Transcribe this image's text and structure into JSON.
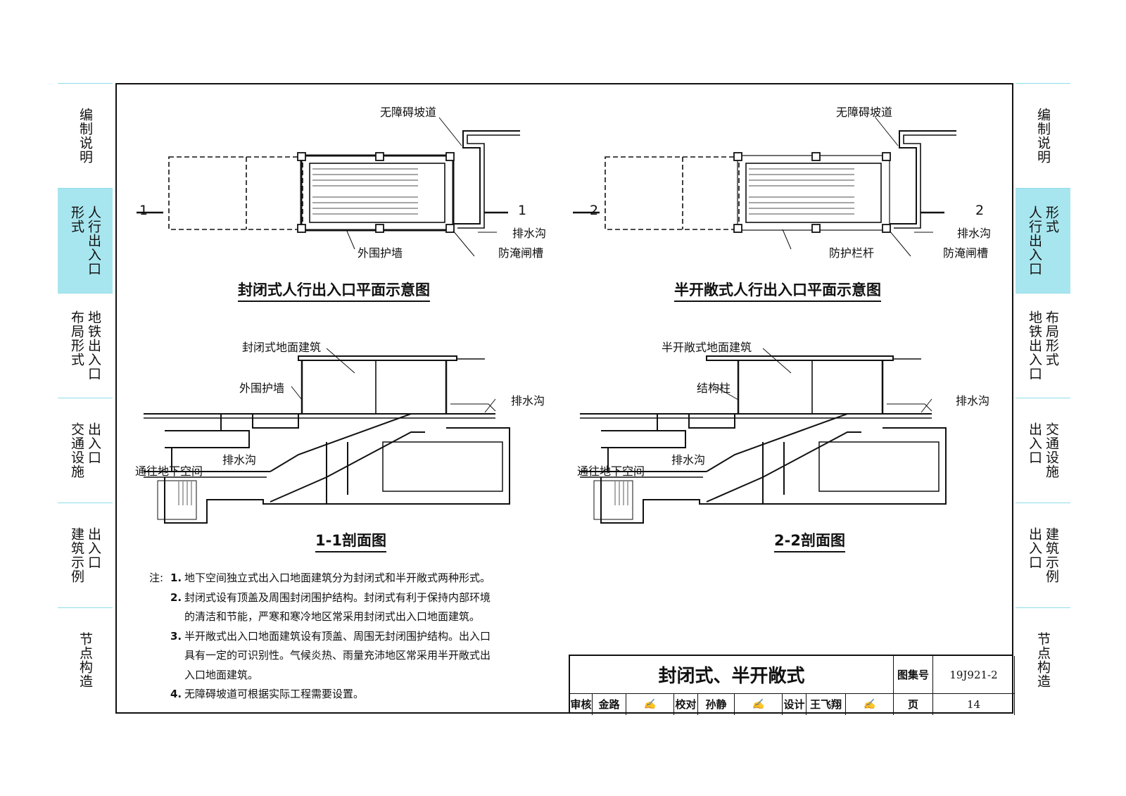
{
  "side_tabs": [
    {
      "columns": [
        "编制说明"
      ],
      "active": false
    },
    {
      "columns": [
        "形式",
        "人行出入口"
      ],
      "active": true
    },
    {
      "columns": [
        "布局形式",
        "地铁出入口"
      ],
      "active": false
    },
    {
      "columns": [
        "交通设施",
        "出入口"
      ],
      "active": false
    },
    {
      "columns": [
        "建筑示例",
        "出入口"
      ],
      "active": false
    },
    {
      "columns": [
        "节点构造"
      ],
      "active": false
    }
  ],
  "plan_left": {
    "title": "封闭式人行出入口平面示意图",
    "ramp_label": "无障碍坡道",
    "drain_label": "排水沟",
    "wall_label": "外围护墙",
    "flood_label": "防淹闸槽",
    "section_mark": "1"
  },
  "plan_right": {
    "title": "半开敞式人行出入口平面示意图",
    "ramp_label": "无障碍坡道",
    "drain_label": "排水沟",
    "rail_label": "防护栏杆",
    "flood_label": "防淹闸槽",
    "section_mark": "2"
  },
  "section_left": {
    "title": "1-1剖面图",
    "building_label": "封闭式地面建筑",
    "wall_label": "外围护墙",
    "drain_top_label": "排水沟",
    "drain_low_label": "排水沟",
    "underground_label": "通往地下空间"
  },
  "section_right": {
    "title": "2-2剖面图",
    "building_label": "半开敞式地面建筑",
    "column_label": "结构柱",
    "drain_top_label": "排水沟",
    "drain_low_label": "排水沟",
    "underground_label": "通往地下空间"
  },
  "notes": {
    "prefix": "注:",
    "items": [
      {
        "num": "1.",
        "lines": [
          "地下空间独立式出入口地面建筑分为封闭式和半开敞式两种形式。"
        ]
      },
      {
        "num": "2.",
        "lines": [
          "封闭式设有顶盖及周围封闭围护结构。封闭式有利于保持内部环境",
          "的清洁和节能，严寒和寒冷地区常采用封闭式出入口地面建筑。"
        ]
      },
      {
        "num": "3.",
        "lines": [
          "半开敞式出入口地面建筑设有顶盖、周围无封闭围护结构。出入口",
          "具有一定的可识别性。气候炎热、雨量充沛地区常采用半开敞式出",
          "入口地面建筑。"
        ]
      },
      {
        "num": "4.",
        "lines": [
          "无障碍坡道可根据实际工程需要设置。"
        ]
      }
    ]
  },
  "title_block": {
    "drawing_title": "封闭式、半开敞式",
    "atlas_label": "图集号",
    "atlas_no": "19J921-2",
    "review_label": "审核",
    "review_name": "金路",
    "check_label": "校对",
    "check_name": "孙静",
    "design_label": "设计",
    "design_name": "王飞翔",
    "page_label": "页",
    "page_no": "14"
  }
}
